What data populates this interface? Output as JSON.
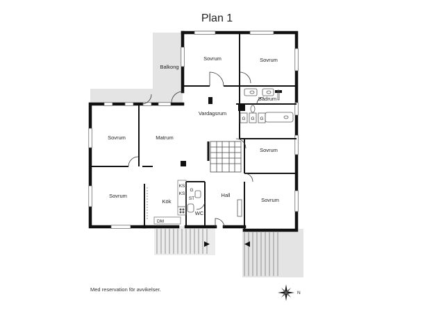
{
  "title": "Plan 1",
  "disclaimer": "Med reservation för avvikelser.",
  "compass": {
    "north_label": "N"
  },
  "rooms": {
    "sovrum_top_left": "Sovrum",
    "sovrum_top_right": "Sovrum",
    "balkong": "Balkong",
    "badrum": "Badrum",
    "vardagsrum": "Vardagsrum",
    "sovrum_west_upper": "Sovrum",
    "matrum": "Matrum",
    "sovrum_east_mid": "Sovrum",
    "sovrum_west_lower": "Sovrum",
    "kok": "Kök",
    "hall": "Hall",
    "sovrum_east_lower": "Sovrum",
    "wc": "WC"
  },
  "fixtures": {
    "ks_upper": "KS",
    "ks_lower": "KS",
    "g": "G",
    "st": "ST",
    "dm": "DM",
    "laundry": [
      "G",
      "G",
      "G"
    ]
  }
}
